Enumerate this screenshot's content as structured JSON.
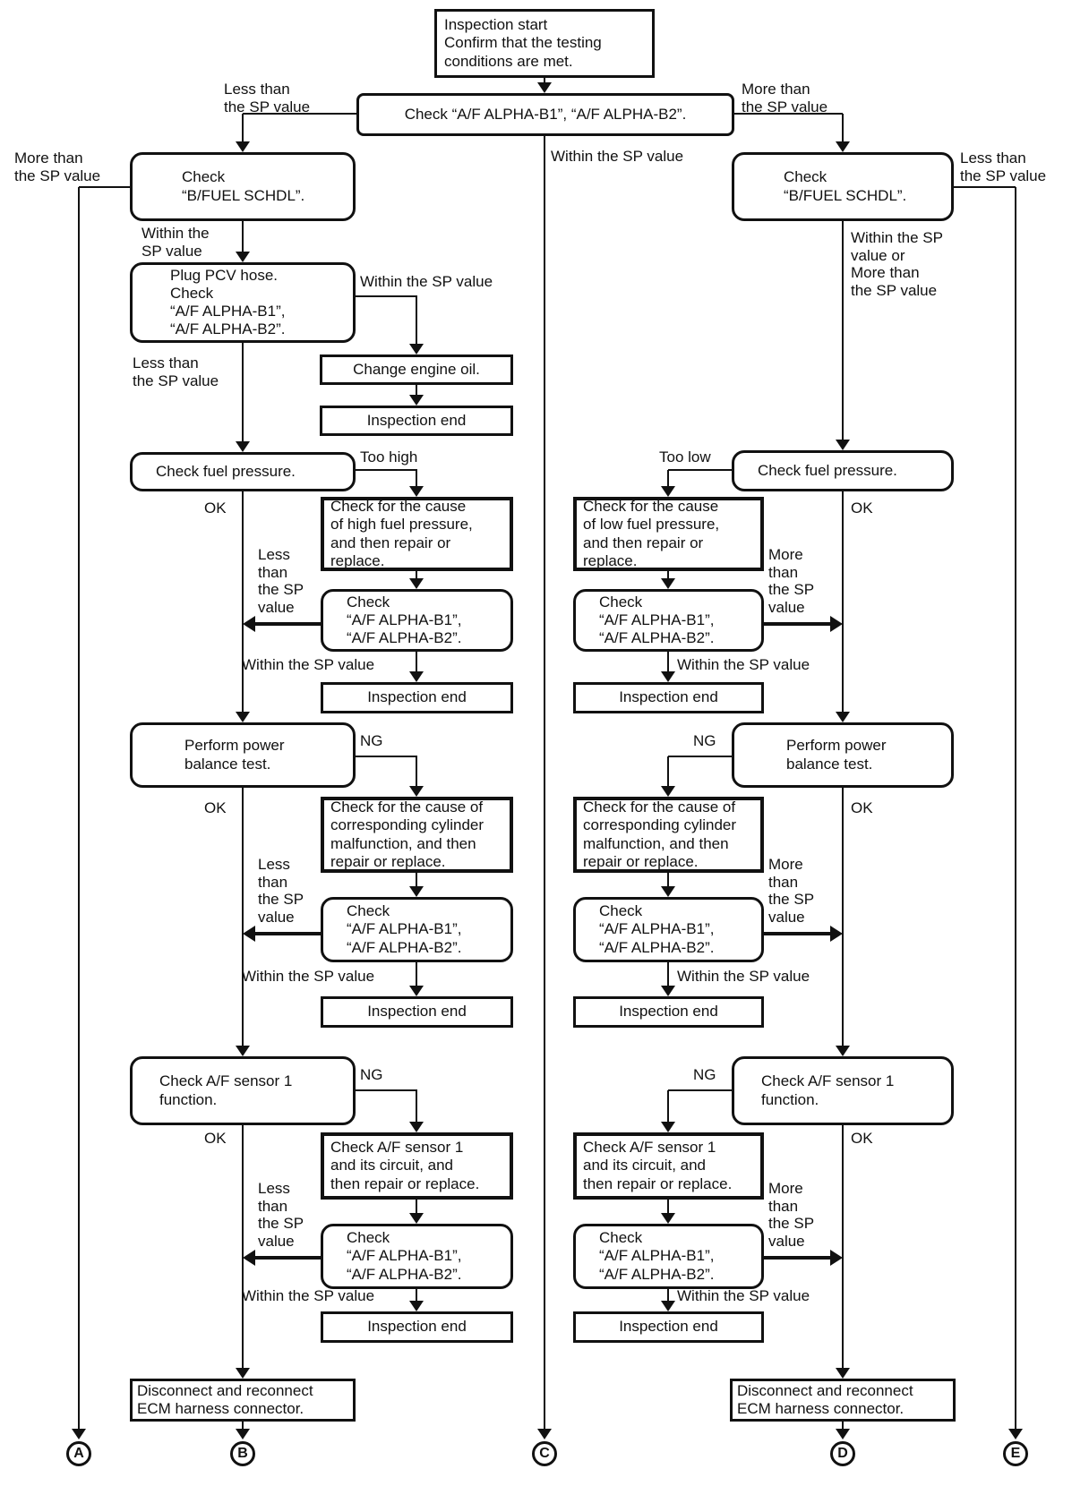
{
  "nodes": {
    "start": "Inspection start\nConfirm that the testing\nconditions are met.",
    "check_alpha_top": "Check “A/F ALPHA-B1”, “A/F ALPHA-B2”.",
    "check_bfuel": "Check\n“B/FUEL SCHDL”.",
    "plug_pcv": "Plug PCV hose.\nCheck\n“A/F ALPHA-B1”,\n“A/F ALPHA-B2”.",
    "change_oil": "Change engine oil.",
    "inspection_end": "Inspection end",
    "check_fuel": "Check fuel pressure.",
    "cause_high": "Check for the cause\nof high fuel pressure,\nand then repair or\nreplace.",
    "cause_low": "Check for the cause\nof low fuel pressure,\nand then repair or\nreplace.",
    "check_alpha": "Check\n“A/F ALPHA-B1”,\n“A/F ALPHA-B2”.",
    "power_balance": "Perform power\nbalance test.",
    "cause_cylinder": "Check for the cause of\ncorresponding cylinder\nmalfunction, and then\nrepair or replace.",
    "check_sensor": "Check A/F sensor 1\nfunction.",
    "sensor_circuit": "Check A/F sensor 1\nand its circuit, and\nthen repair or replace.",
    "disconnect_ecm": "Disconnect and reconnect\nECM harness connector."
  },
  "labels": {
    "less_than_sp": "Less than\nthe SP value",
    "more_than_sp": "More than\nthe SP value",
    "within_sp": "Within the SP value",
    "within_sp_2line": "Within the\nSP value",
    "within_or_more": "Within the SP\nvalue or\nMore than\nthe SP value",
    "less_stack": "Less\nthan\nthe SP\nvalue",
    "more_stack": "More\nthan\nthe SP\nvalue",
    "ok": "OK",
    "ng": "NG",
    "too_high": "Too high",
    "too_low": "Too low"
  },
  "connectors": [
    "A",
    "B",
    "C",
    "D",
    "E"
  ],
  "colors": {
    "ink": "#111111",
    "background": "#ffffff"
  }
}
